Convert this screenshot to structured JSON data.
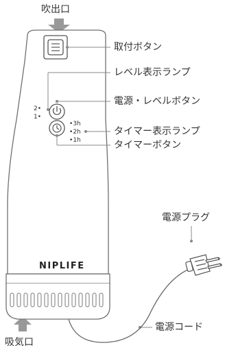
{
  "top_label": "吹出口",
  "bottom_label": "吸気口",
  "callouts": {
    "mount_button": "取付ボタン",
    "level_lamp": "レベル表示ランプ",
    "power_button": "電源・レベルボタン",
    "timer_lamp": "タイマー表示ランプ",
    "timer_button": "タイマーボタン",
    "plug": "電源プラグ",
    "cord": "電源コード"
  },
  "level_indicators": [
    "2",
    "1"
  ],
  "timer_indicators": [
    "3h",
    "2h",
    "1h"
  ],
  "brand": "NIPLIFE",
  "icons": {
    "outflow_arrow": "arrow-down-icon",
    "inflow_arrow": "arrow-up-icon",
    "power": "power-icon",
    "timer": "clock-icon"
  }
}
